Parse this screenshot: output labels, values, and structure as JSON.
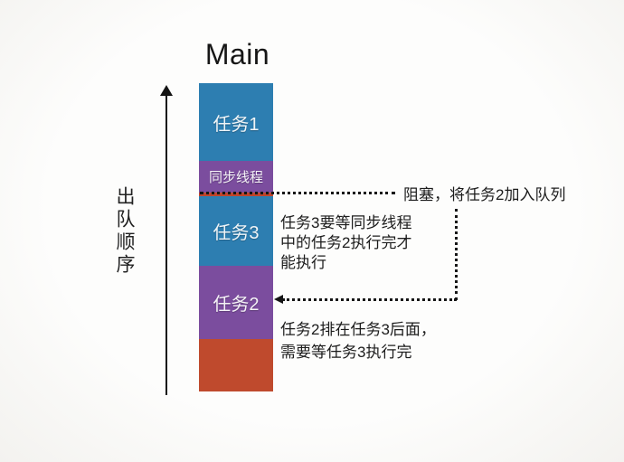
{
  "diagram": {
    "title": "Main",
    "axis_label": "出队顺序",
    "blocks": [
      {
        "id": "task1",
        "label": "任务1",
        "color": "#2d7eb1"
      },
      {
        "id": "sync-thread",
        "label": "同步线程",
        "color": "#7b4d9e"
      },
      {
        "id": "task3",
        "label": "任务3",
        "color": "#2d7eb1"
      },
      {
        "id": "task2",
        "label": "任务2",
        "color": "#7b4d9e"
      },
      {
        "id": "tail",
        "label": "",
        "color": "#bf4a2d"
      }
    ],
    "annotations": {
      "blocking_label": "阻塞，将任务2加入队列",
      "task3_note_lines": [
        "任务3要等同步线程",
        "中的任务2执行完才",
        "能执行"
      ],
      "task2_note_lines": [
        "任务2排在任务3后面，",
        "需要等任务3执行完"
      ]
    },
    "colors": {
      "task_blue": "#2d7eb1",
      "sync_purple": "#7b4d9e",
      "tail_red": "#bf4a2d",
      "divider_red": "#c0452c",
      "line_black": "#161616"
    }
  }
}
